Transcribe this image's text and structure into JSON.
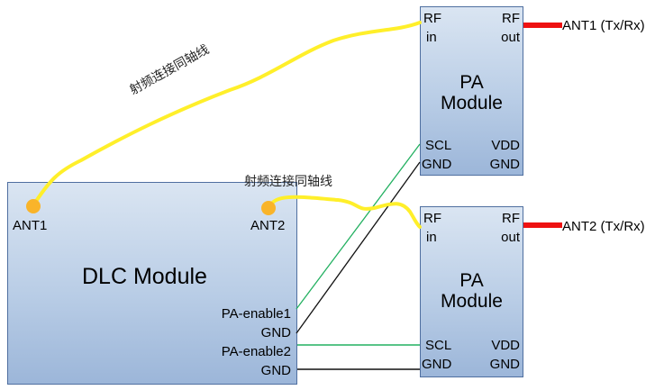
{
  "dlc_module": {
    "title": "DLC Module",
    "ports": {
      "ant1": "ANT1",
      "ant2": "ANT2",
      "pa_enable1": "PA-enable1",
      "gnd1": "GND",
      "pa_enable2": "PA-enable2",
      "gnd2": "GND"
    }
  },
  "pa_modules": [
    {
      "title_line1": "PA",
      "title_line2": "Module",
      "rf_in_line1": "RF",
      "rf_in_line2": "in",
      "rf_out_line1": "RF",
      "rf_out_line2": "out",
      "scl": "SCL",
      "gnd_left": "GND",
      "vdd": "VDD",
      "gnd_right": "GND",
      "antenna_label": "ANT1 (Tx/Rx)"
    },
    {
      "title_line1": "PA",
      "title_line2": "Module",
      "rf_in_line1": "RF",
      "rf_in_line2": "in",
      "rf_out_line1": "RF",
      "rf_out_line2": "out",
      "scl": "SCL",
      "gnd_left": "GND",
      "vdd": "VDD",
      "gnd_right": "GND",
      "antenna_label": "ANT2 (Tx/Rx)"
    }
  ],
  "cables": {
    "coax_label_1": "射频连接同轴线",
    "coax_label_2": "射频连接同轴线"
  },
  "colors": {
    "coax": "#ffef2a",
    "antenna_feed": "#ee1111",
    "enable_line": "#22b060",
    "ground_line": "#111111",
    "port_dot": "#f9b42a",
    "box_border": "#4f6fa0"
  }
}
